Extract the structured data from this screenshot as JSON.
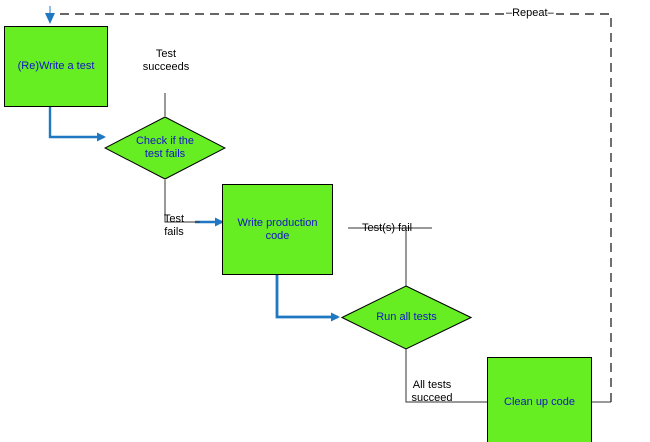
{
  "diagram": {
    "title_hidden": "",
    "colors": {
      "node_fill": "#66ee22",
      "node_stroke": "#000000",
      "node_text": "#1414c8",
      "arrow": "#1f78c1",
      "dashed": "#333333",
      "label_text": "#000000"
    },
    "nodes": [
      {
        "id": "rewrite-test",
        "shape": "rect",
        "label": "(Re)Write a test"
      },
      {
        "id": "check-test-fails",
        "shape": "diamond",
        "label": "Check if the\ntest fails"
      },
      {
        "id": "write-production-code",
        "shape": "rect",
        "label": "Write production\ncode"
      },
      {
        "id": "run-all-tests",
        "shape": "diamond",
        "label": "Run all tests"
      },
      {
        "id": "clean-up-code",
        "shape": "rect",
        "label": "Clean up code"
      }
    ],
    "edge_labels": [
      {
        "id": "test-succeeds",
        "text": "Test\nsucceeds"
      },
      {
        "id": "test-fails",
        "text": "Test\nfails"
      },
      {
        "id": "tests-fail",
        "text": "Test(s) fail"
      },
      {
        "id": "all-tests-succeed",
        "text": "All tests\nsucceed"
      }
    ],
    "loop_label": "–Repeat–"
  }
}
